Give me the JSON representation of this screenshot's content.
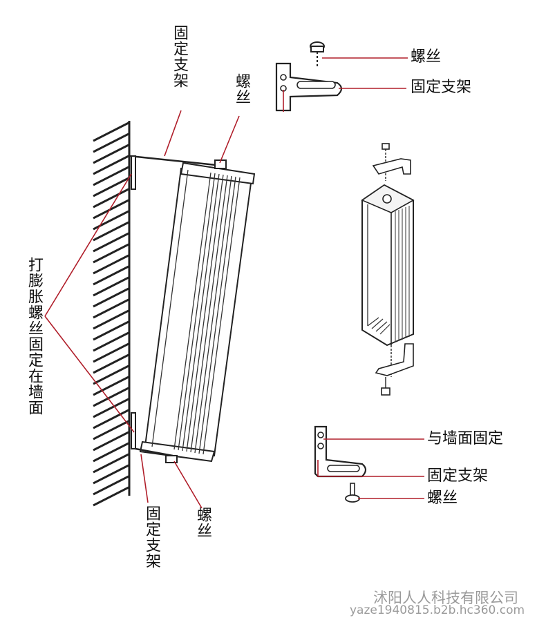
{
  "labels": {
    "top_fixed_bracket": "固定支架",
    "top_screw": "螺丝",
    "expansion_screw_wall": "打膨胀螺丝固定在墙面",
    "bottom_fixed_bracket": "固定支架",
    "bottom_screw": "螺丝",
    "detail_top_screw": "螺丝",
    "detail_top_bracket": "固定支架",
    "detail_wall_fix": "与墙面固定",
    "detail_bottom_bracket": "固定支架",
    "detail_bottom_screw": "螺丝"
  },
  "watermark": {
    "company": "沭阳人人科技有限公司",
    "url": "yaze1940815.b2b.hc360.com"
  },
  "colors": {
    "leader_line": "#b01e2a",
    "outline": "#222222",
    "watermark": "#9a9a9a"
  }
}
